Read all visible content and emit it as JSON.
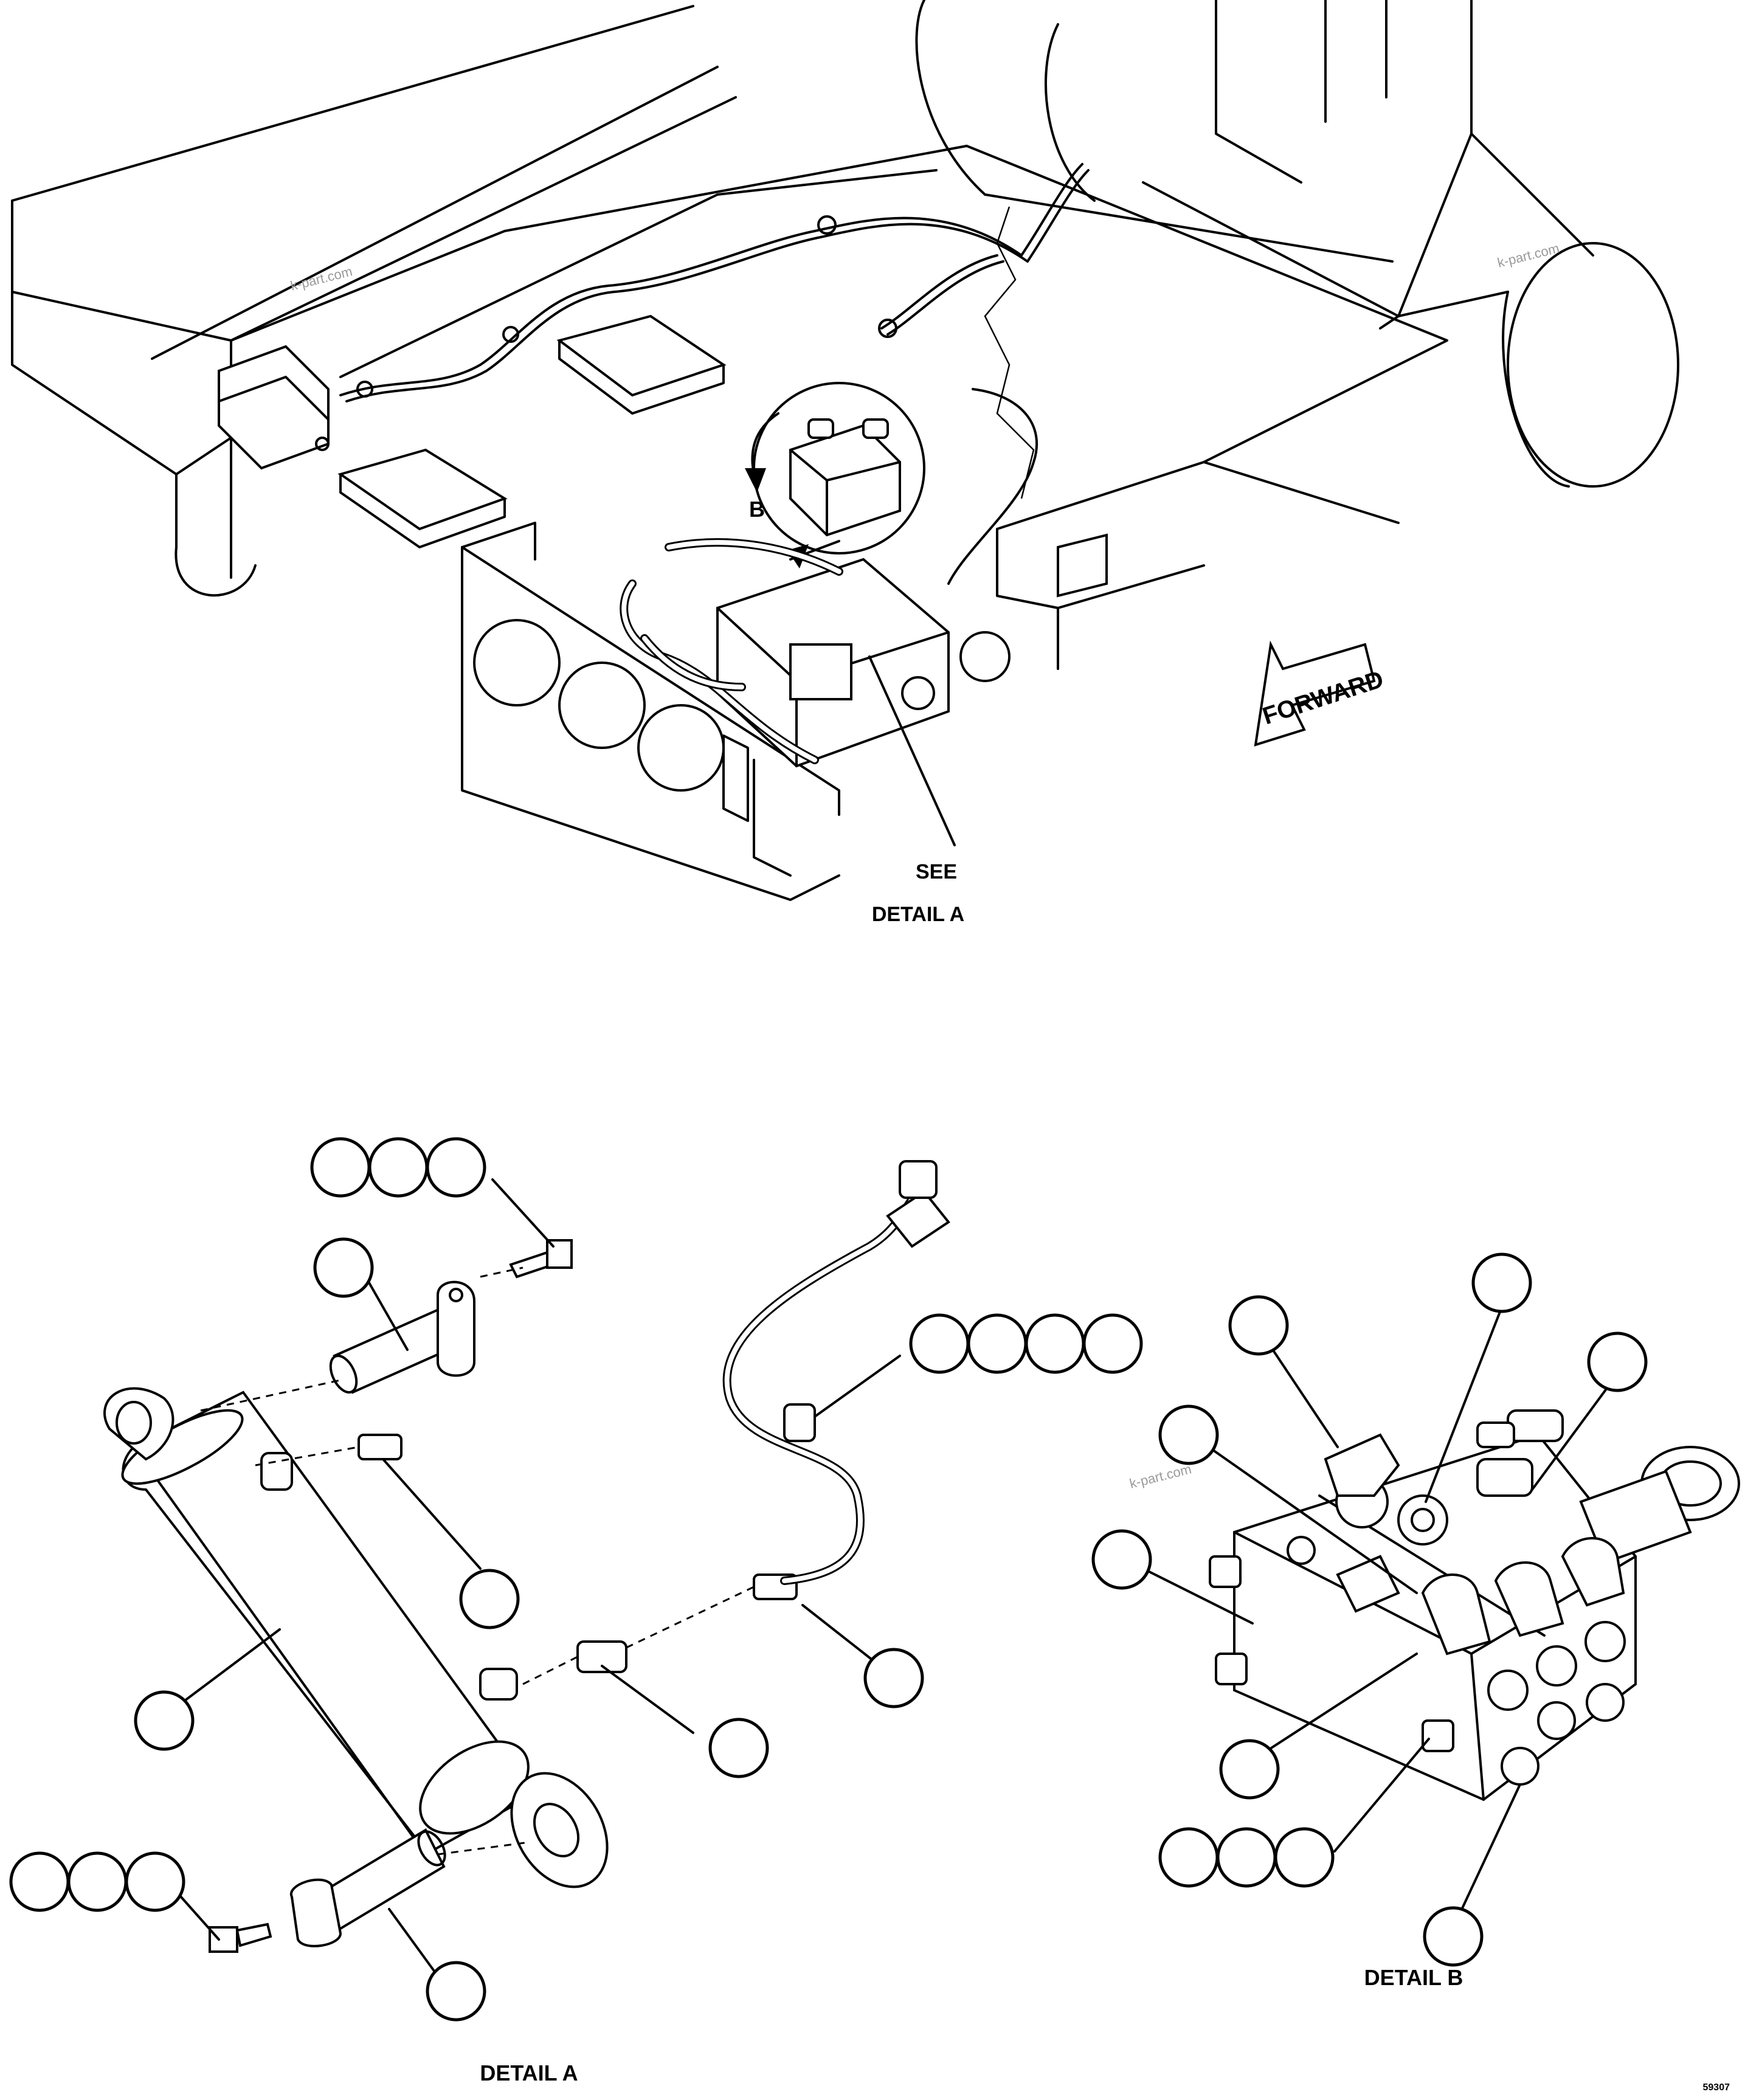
{
  "labels": {
    "view_b": "B",
    "see": "SEE",
    "detail_a_ref": "DETAIL A",
    "forward": "FORWARD",
    "detail_a": "DETAIL A",
    "detail_b": "DETAIL B",
    "drawing_number": "59307"
  },
  "watermark": "k-part.com",
  "callouts": {
    "detail_a": [
      {
        "group": "top-bolt",
        "count": 3
      },
      {
        "group": "pin-top",
        "count": 1
      },
      {
        "group": "fitting-upper",
        "count": 1
      },
      {
        "group": "cylinder",
        "count": 1
      },
      {
        "group": "fitting-lower",
        "count": 1
      },
      {
        "group": "hose",
        "count": 1
      },
      {
        "group": "hose-clamp",
        "count": 4
      },
      {
        "group": "bottom-bolt",
        "count": 3
      },
      {
        "group": "pin-bottom",
        "count": 1
      }
    ],
    "detail_b": [
      {
        "group": "elbow-left",
        "count": 1
      },
      {
        "group": "fitting-top",
        "count": 1
      },
      {
        "group": "elbow-right",
        "count": 1
      },
      {
        "group": "tee-fitting",
        "count": 1
      },
      {
        "group": "valve-block",
        "count": 1
      },
      {
        "group": "cartridge",
        "count": 1
      },
      {
        "group": "plug-bottom",
        "count": 3
      },
      {
        "group": "plug-front",
        "count": 1
      }
    ]
  }
}
